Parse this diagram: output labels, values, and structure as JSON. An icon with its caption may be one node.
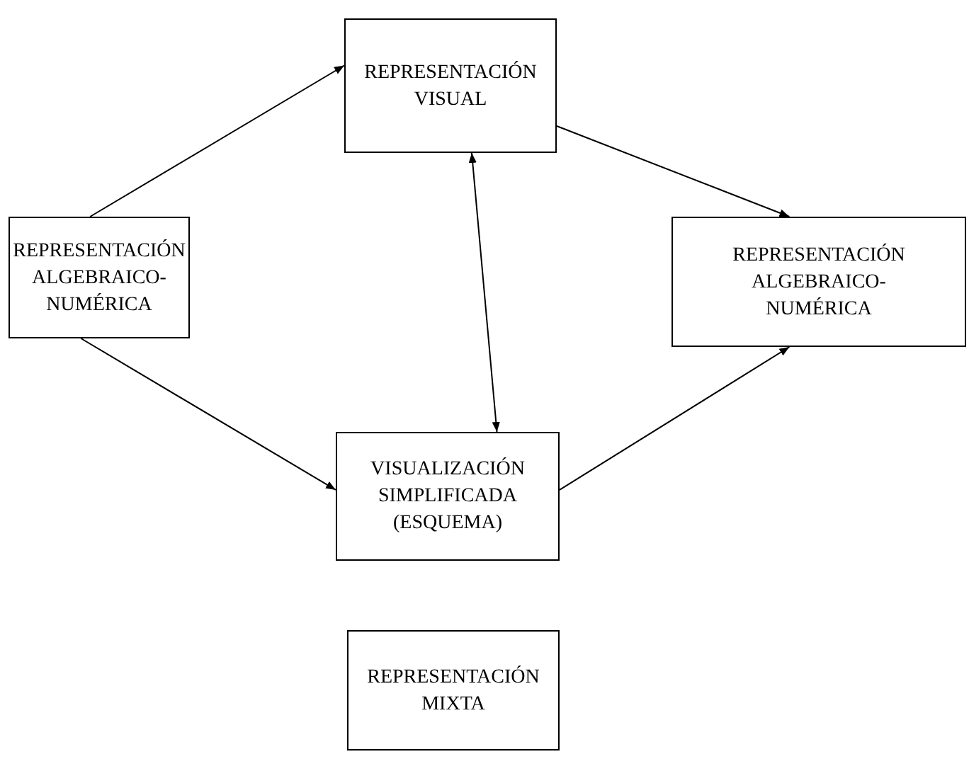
{
  "diagram": {
    "nodes": [
      {
        "text": [
          "REPRESENTACIÓN VISUAL"
        ]
      },
      {
        "text": [
          "REPRESENTACIÓN ALGEBRAICO-NUMÉRICA"
        ]
      },
      {
        "text": [
          "REPRESENTACIÓN ALGEBRAICO-NUMÉRICA"
        ]
      },
      {
        "text": [
          "VISUALIZACIÓN SIMPLIFICADA (ESQUEMA)"
        ]
      },
      {
        "text": [
          "REPRESENTACIÓN MIXTA"
        ]
      }
    ],
    "edges": [
      {
        "from": 1,
        "to": 0,
        "arrow": "to"
      },
      {
        "from": 0,
        "to": 2,
        "arrow": "to"
      },
      {
        "from": 0,
        "to": 3,
        "arrow": "both"
      },
      {
        "from": 1,
        "to": 3,
        "arrow": "to"
      },
      {
        "from": 3,
        "to": 2,
        "arrow": "to"
      }
    ]
  }
}
